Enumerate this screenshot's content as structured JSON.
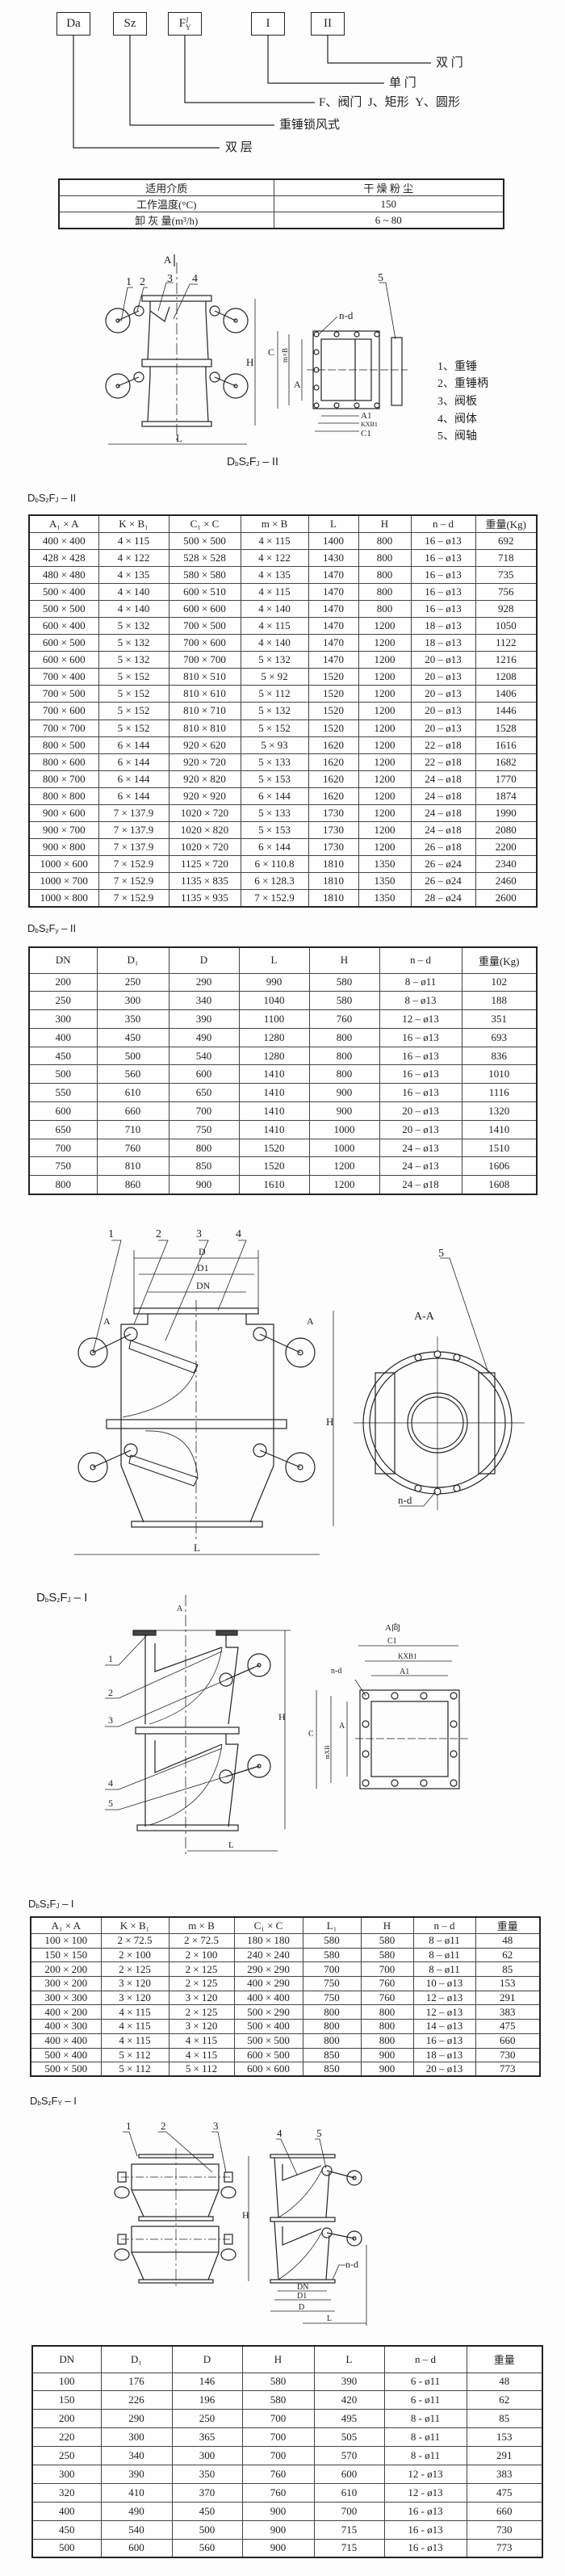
{
  "naming": {
    "codes": {
      "da": "Da",
      "sz": "Sz",
      "f_base": "F",
      "f_sup": "J",
      "f_sub": "Y",
      "single": "I",
      "double": "II"
    },
    "labels": {
      "double_door": "双 门",
      "single_door": "单 门",
      "type": "F、阀门  J、矩形  Y、圆形",
      "mechanism": "重锤锁风式",
      "double_layer": "双 层"
    }
  },
  "specs": {
    "rows": [
      [
        "适用介质",
        "干 燥 粉 尘"
      ],
      [
        "工作温度(°C)",
        "150"
      ],
      [
        "卸 灰 量(m³/h)",
        "6 ~ 80"
      ]
    ]
  },
  "models": {
    "sj2": {
      "main": [
        "D",
        "S",
        "F"
      ],
      "sub": [
        "b",
        "z",
        "J"
      ],
      "suffix": " – II"
    },
    "sy2": {
      "main": [
        "D",
        "S",
        "F"
      ],
      "sub": [
        "b",
        "z",
        "y"
      ],
      "suffix": " – II"
    },
    "sj1": {
      "main": [
        "D",
        "S",
        "F"
      ],
      "sub": [
        "b",
        "z",
        "J"
      ],
      "suffix": " – I"
    },
    "sy1": {
      "main": [
        "D",
        "S",
        "F"
      ],
      "sub": [
        "b",
        "z",
        "Y"
      ],
      "suffix": " – I"
    }
  },
  "drawing1": {
    "callouts": [
      "1",
      "2",
      "3",
      "4",
      "5"
    ],
    "dims": {
      "a": "A",
      "h": "H",
      "l": "L",
      "nd": "n-d",
      "c": "C",
      "mxb": "m×B",
      "a2": "A",
      "a1": "A1",
      "kxb1": "KXB1",
      "c1": "C1"
    },
    "legend": [
      "1、重锤",
      "2、重锤柄",
      "3、阀板",
      "4、阀体",
      "5、阀轴"
    ]
  },
  "drawing2": {
    "callouts": [
      "1",
      "2",
      "3",
      "4",
      "5"
    ],
    "dims": {
      "d": "D",
      "d1": "D1",
      "dn": "DN",
      "a": "A",
      "h": "H",
      "l": "L",
      "section": "A-A",
      "nd": "n-d"
    }
  },
  "drawing3": {
    "callouts": [
      "1",
      "2",
      "3",
      "4",
      "5"
    ],
    "dims": {
      "a": "A",
      "h": "H",
      "l": "L",
      "view": "A向",
      "c1": "C1",
      "kxb1": "KXB1",
      "a1": "A1",
      "nd": "n-d",
      "c": "C",
      "mxb": "mXB",
      "a2": "A"
    }
  },
  "drawing4": {
    "callouts": [
      "1",
      "2",
      "3",
      "4",
      "5"
    ],
    "dims": {
      "h": "H",
      "nd": "n-d",
      "dn": "DN",
      "d1": "D1",
      "d": "D",
      "l": "L"
    }
  },
  "table_sj2": {
    "headers": [
      "A₁ × A",
      "K × B₁",
      "C₁ × C",
      "m × B",
      "L",
      "H",
      "n – d",
      "重量(Kg)"
    ],
    "rows": [
      [
        "400 × 400",
        "4 × 115",
        "500 × 500",
        "4 × 115",
        "1400",
        "800",
        "16 – ø13",
        "692"
      ],
      [
        "428 × 428",
        "4 × 122",
        "528 × 528",
        "4 × 122",
        "1430",
        "800",
        "16 – ø13",
        "718"
      ],
      [
        "480 × 480",
        "4 × 135",
        "580 × 580",
        "4 × 135",
        "1470",
        "800",
        "16 – ø13",
        "735"
      ],
      [
        "500 × 400",
        "4 × 140",
        "600 × 510",
        "4 × 115",
        "1470",
        "800",
        "16 – ø13",
        "756"
      ],
      [
        "500 × 500",
        "4 × 140",
        "600 × 600",
        "4 × 140",
        "1470",
        "800",
        "16 – ø13",
        "928"
      ],
      [
        "600 × 400",
        "5 × 132",
        "700 × 500",
        "4 × 115",
        "1470",
        "1200",
        "18 – ø13",
        "1050"
      ],
      [
        "600 × 500",
        "5 × 132",
        "700 × 600",
        "4 × 140",
        "1470",
        "1200",
        "18 – ø13",
        "1122"
      ],
      [
        "600 × 600",
        "5 × 132",
        "700 × 700",
        "5 × 132",
        "1470",
        "1200",
        "20 – ø13",
        "1216"
      ],
      [
        "700 × 400",
        "5 × 152",
        "810 × 510",
        "5 × 92",
        "1520",
        "1200",
        "20 – ø13",
        "1208"
      ],
      [
        "700 × 500",
        "5 × 152",
        "810 × 610",
        "5 × 112",
        "1520",
        "1200",
        "20 – ø13",
        "1406"
      ],
      [
        "700 × 600",
        "5 × 152",
        "810 × 710",
        "5 × 132",
        "1520",
        "1200",
        "20 – ø13",
        "1446"
      ],
      [
        "700 × 700",
        "5 × 152",
        "810 × 810",
        "5 × 152",
        "1520",
        "1200",
        "20 – ø13",
        "1528"
      ],
      [
        "800 × 500",
        "6 × 144",
        "920 × 620",
        "5 × 93",
        "1620",
        "1200",
        "22 – ø18",
        "1616"
      ],
      [
        "800 × 600",
        "6 × 144",
        "920 × 720",
        "5 × 133",
        "1620",
        "1200",
        "22 – ø18",
        "1682"
      ],
      [
        "800 × 700",
        "6 × 144",
        "920 × 820",
        "5 × 153",
        "1620",
        "1200",
        "24 – ø18",
        "1770"
      ],
      [
        "800 × 800",
        "6 × 144",
        "920 × 920",
        "6 × 144",
        "1620",
        "1200",
        "24 – ø18",
        "1874"
      ],
      [
        "900 × 600",
        "7 × 137.9",
        "1020 × 720",
        "5 × 133",
        "1730",
        "1200",
        "24 – ø18",
        "1990"
      ],
      [
        "900 × 700",
        "7 × 137.9",
        "1020 × 820",
        "5 × 153",
        "1730",
        "1200",
        "24 – ø18",
        "2080"
      ],
      [
        "900 × 800",
        "7 × 137.9",
        "1020 × 720",
        "6 × 144",
        "1730",
        "1200",
        "26 – ø18",
        "2200"
      ],
      [
        "1000 × 600",
        "7 × 152.9",
        "1125 × 720",
        "6 × 110.8",
        "1810",
        "1350",
        "26 – ø24",
        "2340"
      ],
      [
        "1000 × 700",
        "7 × 152.9",
        "1135 × 835",
        "6 × 128.3",
        "1810",
        "1350",
        "26 – ø24",
        "2460"
      ],
      [
        "1000 × 800",
        "7 × 152.9",
        "1135 × 935",
        "7 × 152.9",
        "1810",
        "1350",
        "28 – ø24",
        "2600"
      ]
    ]
  },
  "table_sy2": {
    "headers": [
      "DN",
      "D₁",
      "D",
      "L",
      "H",
      "n – d",
      "重量(Kg)"
    ],
    "rows": [
      [
        "200",
        "250",
        "290",
        "990",
        "580",
        "8 – ø11",
        "102"
      ],
      [
        "250",
        "300",
        "340",
        "1040",
        "580",
        "8 – ø13",
        "188"
      ],
      [
        "300",
        "350",
        "390",
        "1100",
        "760",
        "12 – ø13",
        "351"
      ],
      [
        "400",
        "450",
        "490",
        "1280",
        "800",
        "16 – ø13",
        "693"
      ],
      [
        "450",
        "500",
        "540",
        "1280",
        "800",
        "16 – ø13",
        "836"
      ],
      [
        "500",
        "560",
        "600",
        "1410",
        "800",
        "16 – ø13",
        "1010"
      ],
      [
        "550",
        "610",
        "650",
        "1410",
        "900",
        "16 – ø13",
        "1116"
      ],
      [
        "600",
        "660",
        "700",
        "1410",
        "900",
        "20 – ø13",
        "1320"
      ],
      [
        "650",
        "710",
        "750",
        "1410",
        "1000",
        "20 – ø13",
        "1410"
      ],
      [
        "700",
        "760",
        "800",
        "1520",
        "1000",
        "24 – ø13",
        "1510"
      ],
      [
        "750",
        "810",
        "850",
        "1520",
        "1200",
        "24 – ø13",
        "1606"
      ],
      [
        "800",
        "860",
        "900",
        "1610",
        "1200",
        "24 – ø18",
        "1608"
      ]
    ]
  },
  "table_sj1": {
    "headers": [
      "A₁ × A",
      "K × B₁",
      "m × B",
      "C₁ × C",
      "L₁",
      "H",
      "n – d",
      "重量"
    ],
    "rows": [
      [
        "100 × 100",
        "2 × 72.5",
        "2 × 72.5",
        "180 × 180",
        "580",
        "580",
        "8 – ø11",
        "48"
      ],
      [
        "150 × 150",
        "2 × 100",
        "2 × 100",
        "240 × 240",
        "580",
        "580",
        "8 – ø11",
        "62"
      ],
      [
        "200 × 200",
        "2 × 125",
        "2 × 125",
        "290 × 290",
        "700",
        "700",
        "8 – ø11",
        "85"
      ],
      [
        "300 × 200",
        "3 × 120",
        "2 × 125",
        "400 × 290",
        "750",
        "760",
        "10 – ø13",
        "153"
      ],
      [
        "300 × 300",
        "3 × 120",
        "3 × 120",
        "400 × 400",
        "750",
        "760",
        "12 – ø13",
        "291"
      ],
      [
        "400 × 200",
        "4 × 115",
        "2 × 125",
        "500 × 290",
        "800",
        "800",
        "12 – ø13",
        "383"
      ],
      [
        "400 × 300",
        "4 × 115",
        "3 × 120",
        "500 × 400",
        "800",
        "800",
        "14 – ø13",
        "475"
      ],
      [
        "400 × 400",
        "4 × 115",
        "4 × 115",
        "500 × 500",
        "800",
        "800",
        "16 – ø13",
        "660"
      ],
      [
        "500 × 400",
        "5 × 112",
        "4 × 115",
        "600 × 500",
        "850",
        "900",
        "18 – ø13",
        "730"
      ],
      [
        "500 × 500",
        "5 × 112",
        "5 × 112",
        "600 × 600",
        "850",
        "900",
        "20 – ø13",
        "773"
      ]
    ]
  },
  "table_sy1": {
    "headers": [
      "DN",
      "D₁",
      "D",
      "H",
      "L",
      "n – d",
      "重量"
    ],
    "rows": [
      [
        "100",
        "176",
        "146",
        "580",
        "390",
        "6 - ø11",
        "48"
      ],
      [
        "150",
        "226",
        "196",
        "580",
        "420",
        "6 - ø11",
        "62"
      ],
      [
        "200",
        "290",
        "250",
        "700",
        "495",
        "8 - ø11",
        "85"
      ],
      [
        "220",
        "300",
        "365",
        "700",
        "505",
        "8 - ø11",
        "153"
      ],
      [
        "250",
        "340",
        "300",
        "700",
        "570",
        "8 - ø11",
        "291"
      ],
      [
        "300",
        "390",
        "350",
        "760",
        "600",
        "12 - ø13",
        "383"
      ],
      [
        "320",
        "410",
        "370",
        "760",
        "610",
        "12 - ø13",
        "475"
      ],
      [
        "400",
        "490",
        "450",
        "900",
        "700",
        "16 - ø13",
        "660"
      ],
      [
        "450",
        "540",
        "500",
        "900",
        "715",
        "16 - ø13",
        "730"
      ],
      [
        "500",
        "600",
        "560",
        "900",
        "715",
        "16 - ø13",
        "773"
      ]
    ]
  }
}
